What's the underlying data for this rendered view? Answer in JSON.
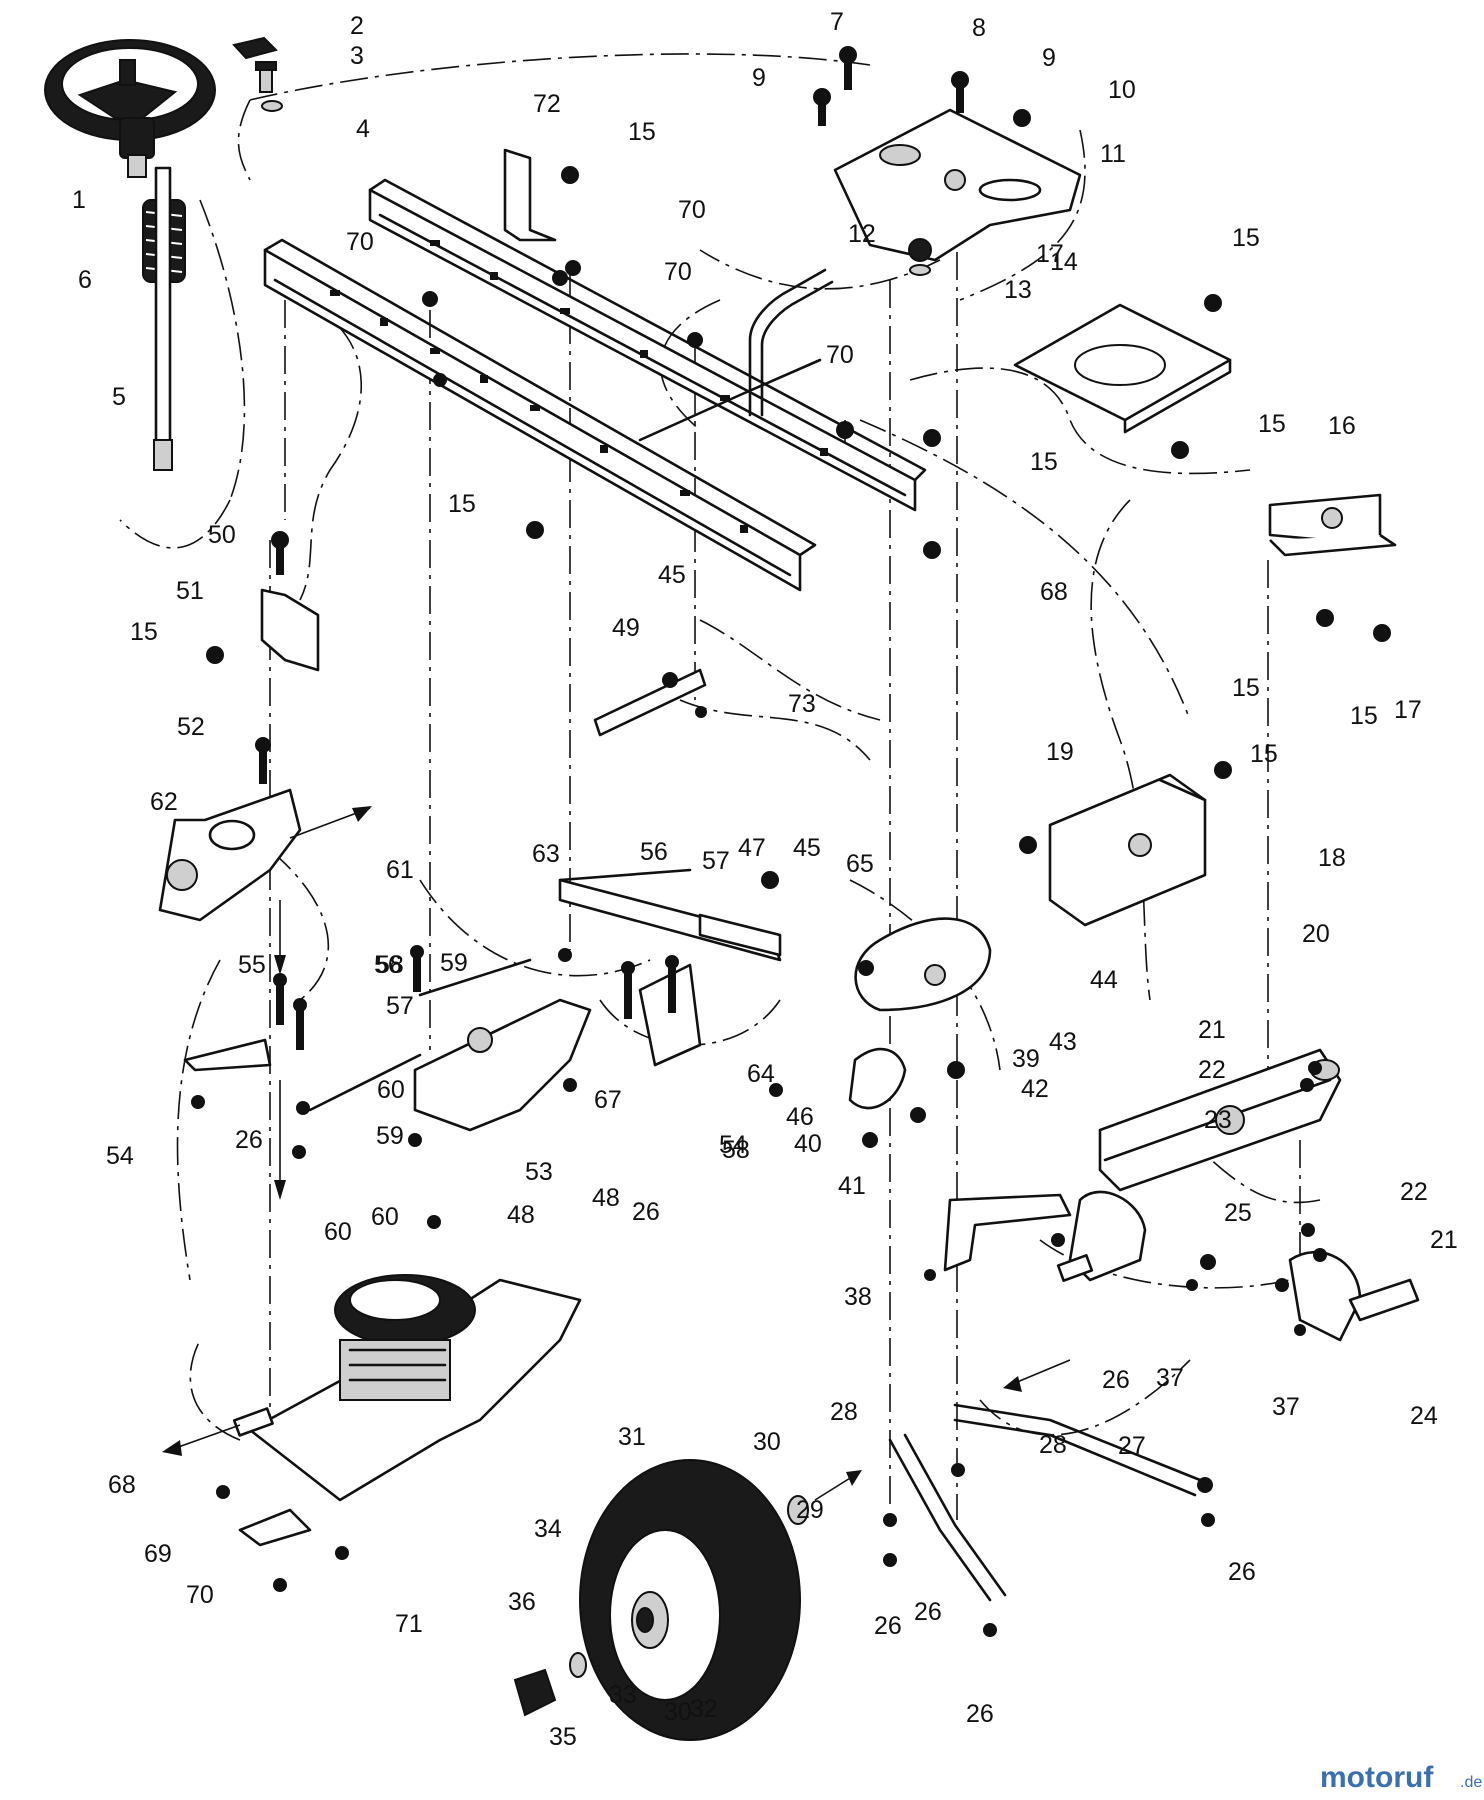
{
  "diagram": {
    "callouts": [
      "1",
      "2",
      "3",
      "4",
      "5",
      "6",
      "7",
      "8",
      "9",
      "9",
      "10",
      "11",
      "12",
      "13",
      "14",
      "15",
      "15",
      "15",
      "15",
      "15",
      "15",
      "15",
      "15",
      "15",
      "16",
      "17",
      "17",
      "18",
      "19",
      "20",
      "21",
      "21",
      "22",
      "22",
      "23",
      "24",
      "25",
      "26",
      "26",
      "26",
      "26",
      "26",
      "26",
      "26",
      "27",
      "28",
      "28",
      "29",
      "30",
      "30",
      "31",
      "32",
      "33",
      "34",
      "35",
      "36",
      "37",
      "37",
      "38",
      "39",
      "40",
      "41",
      "42",
      "43",
      "44",
      "45",
      "45",
      "46",
      "47",
      "48",
      "48",
      "49",
      "50",
      "51",
      "52",
      "53",
      "54",
      "54",
      "55",
      "56",
      "56",
      "57",
      "57",
      "58",
      "58",
      "59",
      "59",
      "60",
      "60",
      "60",
      "61",
      "62",
      "63",
      "64",
      "65",
      "67",
      "68",
      "68",
      "69",
      "70",
      "70",
      "70",
      "70",
      "70",
      "71",
      "72",
      "73"
    ]
  },
  "watermark": {
    "brand": "motoruf",
    "suffix": ".de",
    "color": "#3b6fb0"
  }
}
